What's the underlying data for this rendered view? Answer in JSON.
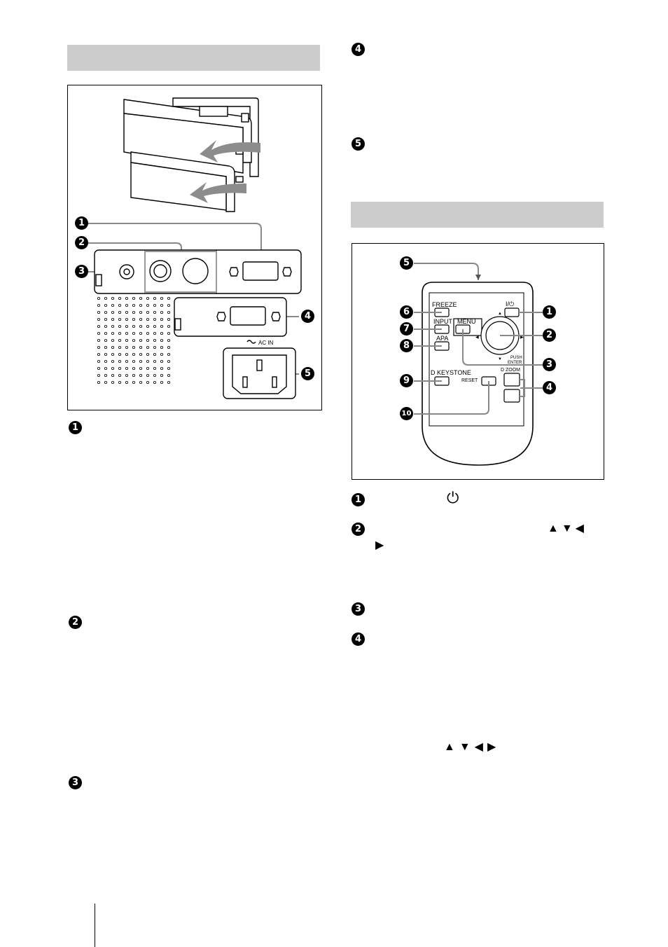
{
  "rear_panel_section": {
    "callouts": [
      "1",
      "2",
      "3",
      "4",
      "5"
    ],
    "ac_in_label": "AC IN",
    "item_markers": [
      "1",
      "2",
      "3"
    ]
  },
  "right_column_markers": [
    "4",
    "5"
  ],
  "remote_section": {
    "button_labels": {
      "freeze": "FREEZE",
      "input": "INPUT",
      "menu": "MENU",
      "apa": "APA",
      "d_keystone": "D KEYSTONE",
      "reset": "RESET",
      "d_zoom": "D ZOOM",
      "power": "I/⏻",
      "push_enter": "PUSH",
      "push_enter_2": "ENTER"
    },
    "callouts": [
      "1",
      "2",
      "3",
      "4",
      "5",
      "6",
      "7",
      "8",
      "9",
      "10"
    ],
    "item_markers": [
      "1",
      "2",
      "3",
      "4"
    ],
    "power_symbol": "⏻",
    "arrow_symbols_1": "▲▼◀",
    "arrow_symbols_1b": "▶",
    "arrow_symbols_2": "▲▼◀▶"
  },
  "colors": {
    "header_gray": "#cccccc",
    "callout_line": "#888888",
    "arrow_gray": "#8c8c8c"
  }
}
